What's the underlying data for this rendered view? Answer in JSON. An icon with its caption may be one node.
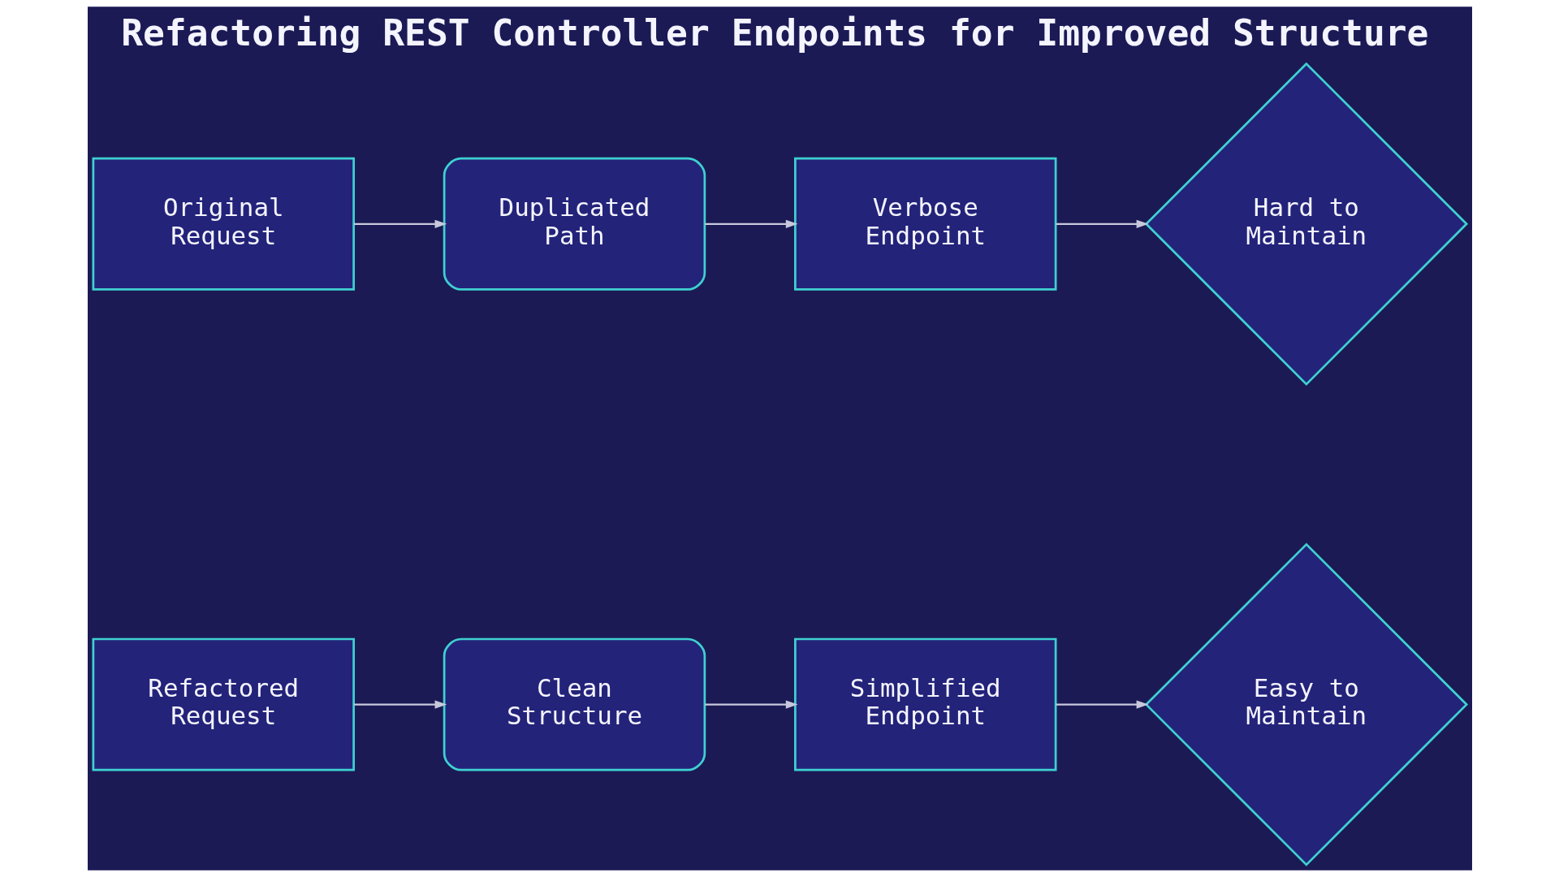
{
  "diagram": {
    "title": "Refactoring REST Controller Endpoints for Improved Structure",
    "nodes": [
      {
        "text": [
          "Original Request"
        ]
      },
      {
        "text": [
          "Duplicated Path"
        ]
      },
      {
        "text": [
          "Verbose Endpoint"
        ]
      },
      {
        "text": [
          "Hard to Maintain"
        ]
      },
      {
        "text": [
          "Refactored Request"
        ]
      },
      {
        "text": [
          "Clean Structure"
        ]
      },
      {
        "text": [
          "Simplified Endpoint"
        ]
      },
      {
        "text": [
          "Easy to Maintain"
        ]
      }
    ],
    "edges": [
      {
        "from": 0,
        "to": 1,
        "arrow": "to"
      },
      {
        "from": 1,
        "to": 2,
        "arrow": "to"
      },
      {
        "from": 2,
        "to": 3,
        "arrow": "to"
      },
      {
        "from": 4,
        "to": 5,
        "arrow": "to"
      },
      {
        "from": 5,
        "to": 6,
        "arrow": "to"
      },
      {
        "from": 6,
        "to": 7,
        "arrow": "to"
      }
    ]
  }
}
